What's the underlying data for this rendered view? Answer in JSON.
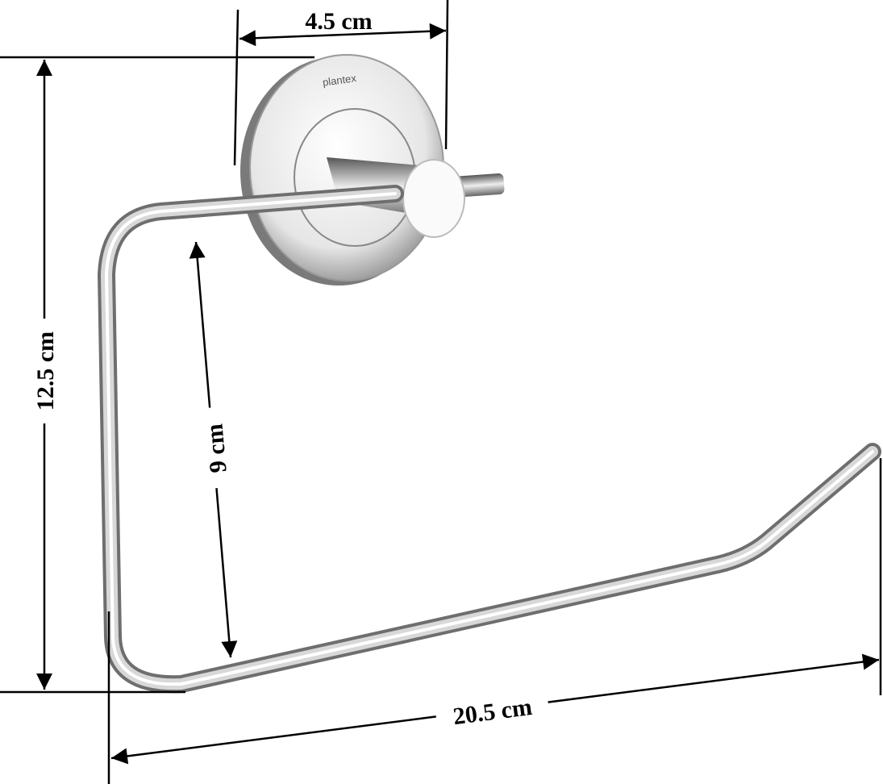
{
  "product": {
    "brand_logo": "plantex",
    "finish_color": "#c8c8c8"
  },
  "dimensions": {
    "base_diameter": "4.5 cm",
    "total_height": "12.5 cm",
    "inner_height": "9 cm",
    "total_length": "20.5 cm"
  }
}
